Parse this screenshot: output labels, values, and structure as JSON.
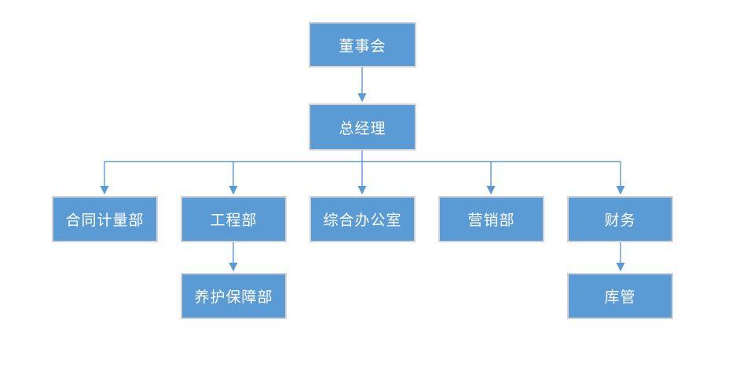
{
  "colors": {
    "box_fill": "#5b9bd5",
    "box_border": "#d3d3d3",
    "connector": "#5b9bd5",
    "text": "#ffffff",
    "background": "#ffffff"
  },
  "diagram": {
    "type": "org-chart",
    "nodes": [
      {
        "id": "board",
        "label": "董事会",
        "level": 1
      },
      {
        "id": "gm",
        "label": "总经理",
        "level": 2
      },
      {
        "id": "contract",
        "label": "合同计量部",
        "level": 3
      },
      {
        "id": "engineering",
        "label": "工程部",
        "level": 3
      },
      {
        "id": "office",
        "label": "综合办公室",
        "level": 3
      },
      {
        "id": "marketing",
        "label": "营销部",
        "level": 3
      },
      {
        "id": "finance",
        "label": "财务",
        "level": 3
      },
      {
        "id": "maintenance",
        "label": "养护保障部",
        "level": 4
      },
      {
        "id": "warehouse",
        "label": "库管",
        "level": 4
      }
    ],
    "edges": [
      {
        "from": "董事会",
        "to": "总经理"
      },
      {
        "from": "总经理",
        "to": "合同计量部"
      },
      {
        "from": "总经理",
        "to": "工程部"
      },
      {
        "from": "总经理",
        "to": "综合办公室"
      },
      {
        "from": "总经理",
        "to": "营销部"
      },
      {
        "from": "总经理",
        "to": "财务"
      },
      {
        "from": "工程部",
        "to": "养护保障部"
      },
      {
        "from": "财务",
        "to": "库管"
      }
    ]
  }
}
